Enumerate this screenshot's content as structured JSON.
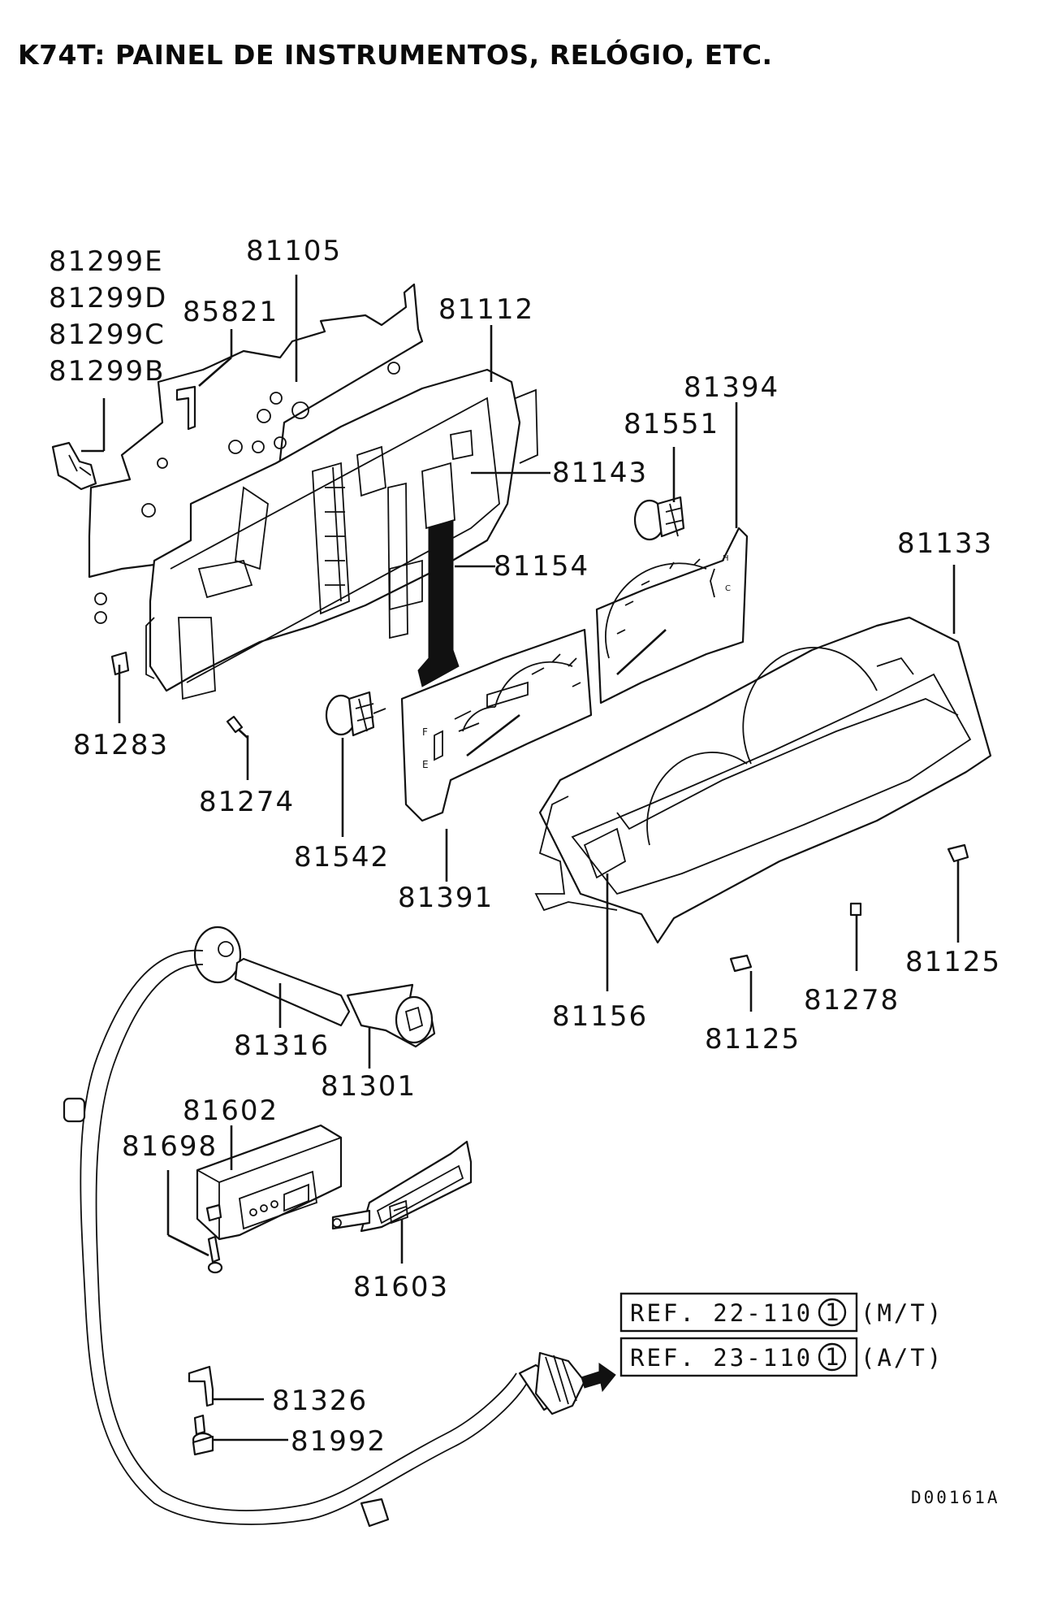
{
  "title": "K74T: PAINEL DE INSTRUMENTOS, RELÓGIO, ETC.",
  "labels": {
    "p81299E": "81299E",
    "p81299D": "81299D",
    "p81299C": "81299C",
    "p81299B": "81299B",
    "p81105": "81105",
    "p85821": "85821",
    "p81112": "81112",
    "p81394": "81394",
    "p81551": "81551",
    "p81143": "81143",
    "p81154": "81154",
    "p81133": "81133",
    "p81283": "81283",
    "p81274": "81274",
    "p81542": "81542",
    "p81391": "81391",
    "p81125a": "81125",
    "p81278": "81278",
    "p81156": "81156",
    "p81125b": "81125",
    "p81316": "81316",
    "p81301": "81301",
    "p81602": "81602",
    "p81698": "81698",
    "p81603": "81603",
    "p81326": "81326",
    "p81992": "81992"
  },
  "references": [
    {
      "text": "REF. 22-110",
      "circle": "1",
      "note": "(M/T)"
    },
    {
      "text": "REF. 23-110",
      "circle": "1",
      "note": "(A/T)"
    }
  ],
  "diagram_code": "D00161A",
  "gauge_letters": {
    "fuel_f": "F",
    "fuel_e": "E",
    "temp_h": "H",
    "temp_c": "C"
  }
}
